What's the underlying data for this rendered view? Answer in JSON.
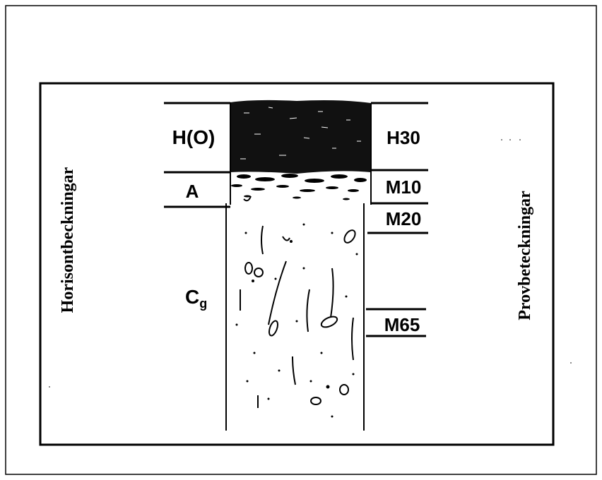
{
  "diagram": {
    "left_axis_label": "Horisontbeckningar",
    "right_axis_label": "Provbeteckningar",
    "horizons": [
      {
        "label": "H(O)"
      },
      {
        "label": "A"
      },
      {
        "label_main": "C",
        "label_sub": "g"
      }
    ],
    "samples": [
      {
        "label": "H30"
      },
      {
        "label": "M10"
      },
      {
        "label": "M20"
      },
      {
        "label": "M65"
      }
    ],
    "colors": {
      "ink": "#000000",
      "paper": "#ffffff"
    }
  }
}
